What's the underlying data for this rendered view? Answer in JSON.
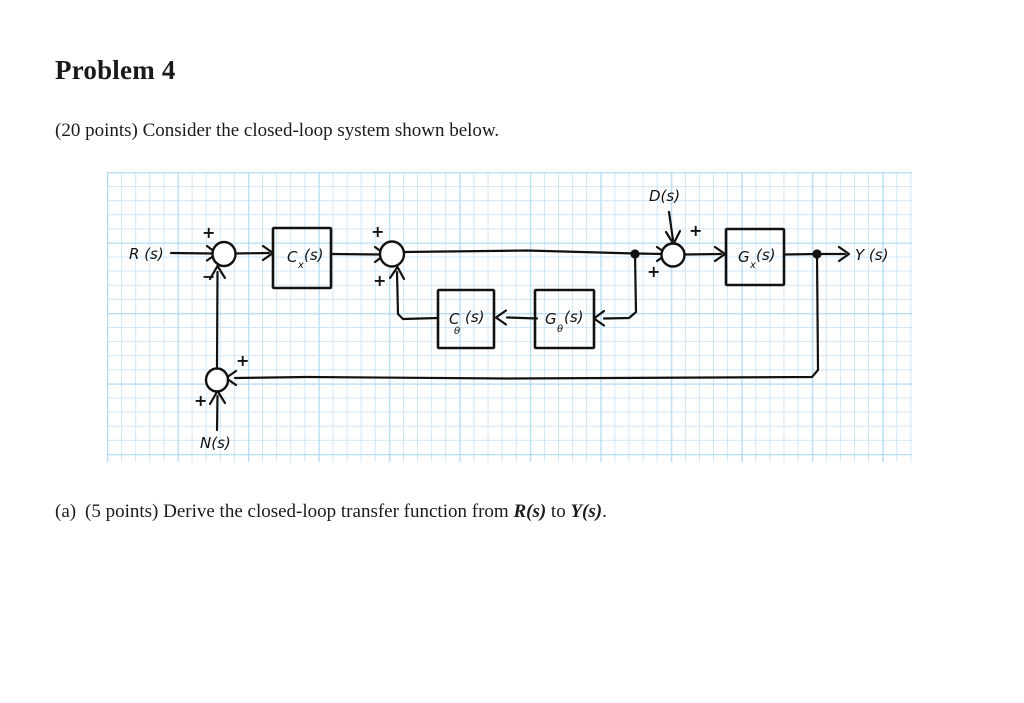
{
  "document": {
    "title": "Problem 4",
    "intro": "(20 points) Consider the closed-loop system shown below.",
    "parts": [
      {
        "label": "(a)",
        "text_before": "(5 points) Derive the closed-loop transfer function from ",
        "math_1": "R(s)",
        "text_middle": " to ",
        "math_2": "Y(s)",
        "text_after": "."
      }
    ]
  },
  "diagram": {
    "type": "block-diagram",
    "background": "graph-paper",
    "grid_color": "#cfe6f7",
    "ink_color": "#111111",
    "signals": {
      "input": "R (s)",
      "output": "Y (s)",
      "disturbance": "D(s)",
      "noise": "N(s)"
    },
    "blocks": [
      {
        "id": "cx",
        "label": "C",
        "subscript": "x",
        "arg": "(s)"
      },
      {
        "id": "gx",
        "label": "G",
        "subscript": "x",
        "arg": "(s)"
      },
      {
        "id": "ctheta",
        "label": "C",
        "subscript": "θ",
        "arg": "(s)"
      },
      {
        "id": "gtheta",
        "label": "G",
        "subscript": "θ",
        "arg": "(s)"
      }
    ],
    "summing_junctions": [
      {
        "id": "sum1",
        "signs": [
          "+",
          "−"
        ]
      },
      {
        "id": "sum2",
        "signs": [
          "+",
          "+"
        ]
      },
      {
        "id": "sum3",
        "signs": [
          "+",
          "+"
        ]
      },
      {
        "id": "sum4",
        "signs": [
          "+",
          "+"
        ]
      }
    ],
    "signs": {
      "sum1_top": "+",
      "sum1_bottom": "−",
      "sum2_top": "+",
      "sum2_bottom": "+",
      "sum3_top": "+",
      "sum3_bottom": "+",
      "sum4_right": "+",
      "sum4_bottom": "+"
    }
  }
}
